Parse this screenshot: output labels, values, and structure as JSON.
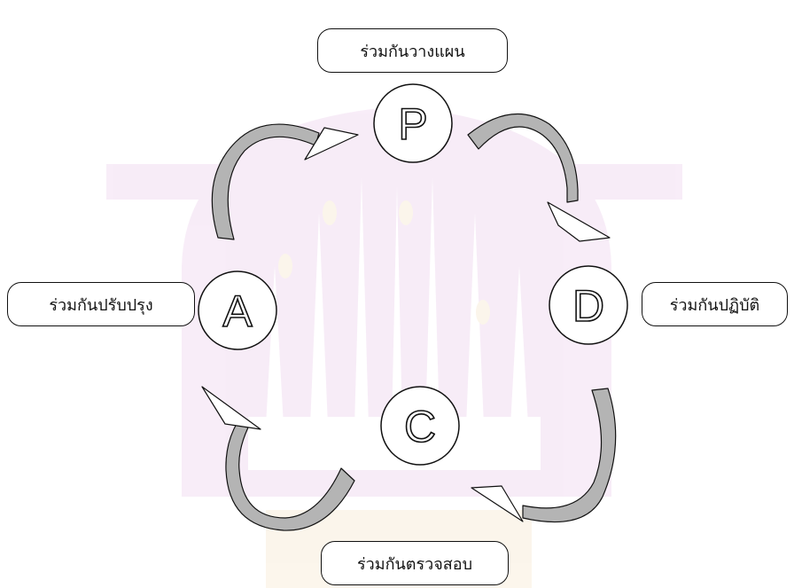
{
  "diagram": {
    "type": "pdca-cycle",
    "steps": {
      "plan": {
        "letter": "P",
        "label": "ร่วมกันวางแผน"
      },
      "do": {
        "letter": "D",
        "label": "ร่วมกันปฏิบัติ"
      },
      "check": {
        "letter": "C",
        "label": "ร่วมกันตรวจสอบ"
      },
      "act": {
        "letter": "A",
        "label": "ร่วมกันปรับปรุง"
      }
    },
    "flow": [
      "plan",
      "do",
      "check",
      "act",
      "plan"
    ],
    "colors": {
      "watermark": "#c873c8",
      "watermark_gold": "#e8b86a",
      "arrow_shade": "#b4b4b4",
      "outline": "#111111"
    }
  }
}
